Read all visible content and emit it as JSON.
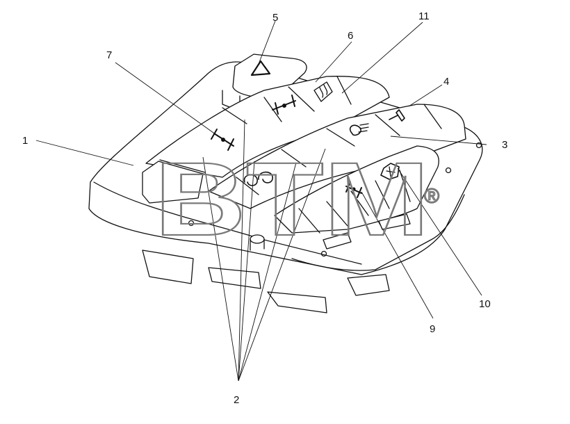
{
  "callouts": {
    "c1": "1",
    "c2": "2",
    "c3": "3",
    "c4": "4",
    "c5": "5",
    "c6": "6",
    "c7": "7",
    "c9": "9",
    "c10": "10",
    "c11": "11"
  },
  "watermark": {
    "brand": "BTM",
    "registered_mark": "®"
  },
  "icons": [
    "hazard-triangle-icon",
    "rear-defrost-icon",
    "axle-lock-icon",
    "differential-lock-icon",
    "rear-fog-light-icon",
    "horn-icon",
    "key-icon",
    "spiral-icon",
    "four-wheel-drive-icon",
    "pto-icon"
  ]
}
